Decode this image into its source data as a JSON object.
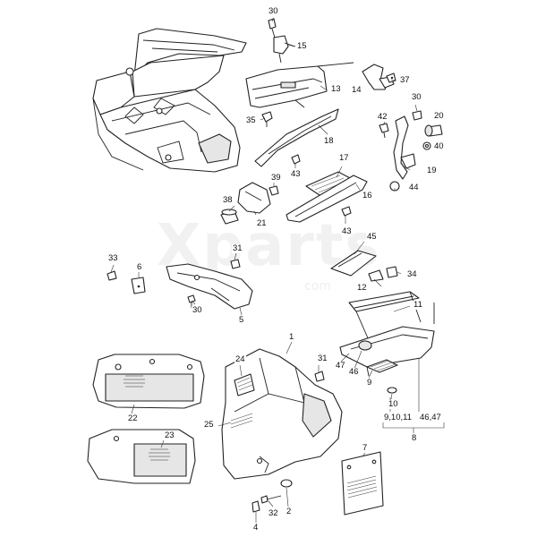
{
  "watermark": {
    "brand": "Xparts",
    "sub": "com"
  },
  "callouts": [
    {
      "id": "c1",
      "text": "1"
    },
    {
      "id": "c2",
      "text": "2"
    },
    {
      "id": "c4",
      "text": "4"
    },
    {
      "id": "c5",
      "text": "5"
    },
    {
      "id": "c6",
      "text": "6"
    },
    {
      "id": "c7",
      "text": "7"
    },
    {
      "id": "c8",
      "text": "8"
    },
    {
      "id": "c9",
      "text": "9"
    },
    {
      "id": "c10",
      "text": "10"
    },
    {
      "id": "c11",
      "text": "11"
    },
    {
      "id": "c12",
      "text": "12"
    },
    {
      "id": "c13",
      "text": "13"
    },
    {
      "id": "c14",
      "text": "14"
    },
    {
      "id": "c15",
      "text": "15"
    },
    {
      "id": "c16",
      "text": "16"
    },
    {
      "id": "c17",
      "text": "17"
    },
    {
      "id": "c18",
      "text": "18"
    },
    {
      "id": "c19",
      "text": "19"
    },
    {
      "id": "c20",
      "text": "20"
    },
    {
      "id": "c21",
      "text": "21"
    },
    {
      "id": "c22",
      "text": "22"
    },
    {
      "id": "c23",
      "text": "23"
    },
    {
      "id": "c24",
      "text": "24"
    },
    {
      "id": "c25",
      "text": "25"
    },
    {
      "id": "c30a",
      "text": "30"
    },
    {
      "id": "c30b",
      "text": "30"
    },
    {
      "id": "c30c",
      "text": "30"
    },
    {
      "id": "c31a",
      "text": "31"
    },
    {
      "id": "c31b",
      "text": "31"
    },
    {
      "id": "c32",
      "text": "32"
    },
    {
      "id": "c33",
      "text": "33"
    },
    {
      "id": "c34",
      "text": "34"
    },
    {
      "id": "c35",
      "text": "35"
    },
    {
      "id": "c37",
      "text": "37"
    },
    {
      "id": "c38",
      "text": "38"
    },
    {
      "id": "c39",
      "text": "39"
    },
    {
      "id": "c40",
      "text": "40"
    },
    {
      "id": "c42",
      "text": "42"
    },
    {
      "id": "c43a",
      "text": "43"
    },
    {
      "id": "c43b",
      "text": "43"
    },
    {
      "id": "c44",
      "text": "44"
    },
    {
      "id": "c45",
      "text": "45"
    },
    {
      "id": "c46",
      "text": "46"
    },
    {
      "id": "c47",
      "text": "47"
    },
    {
      "id": "c910",
      "text": "9,10,11"
    },
    {
      "id": "c4647",
      "text": "46,47"
    }
  ]
}
